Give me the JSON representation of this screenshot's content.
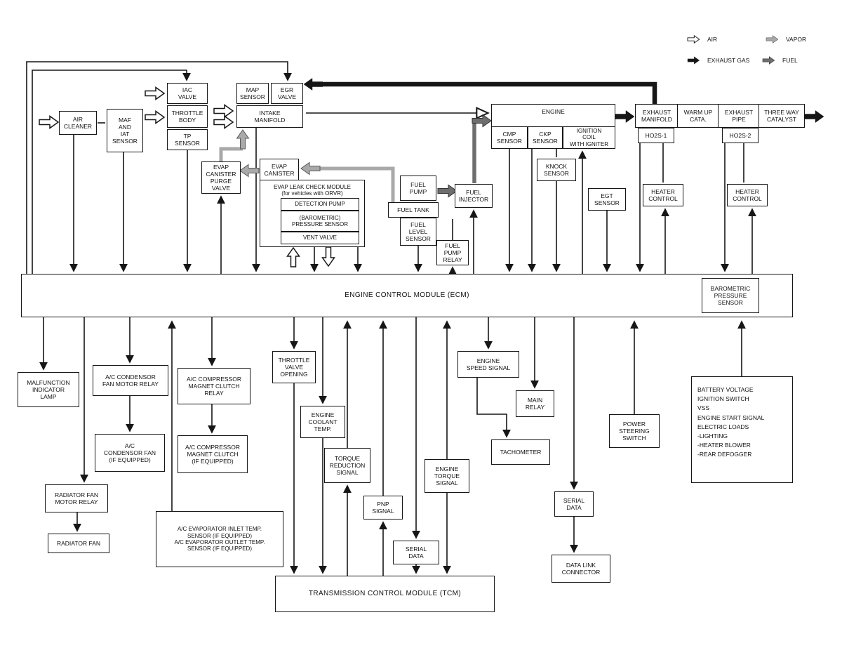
{
  "legend": {
    "air": "AIR",
    "vapor": "VAPOR",
    "exhaust_gas": "EXHAUST GAS",
    "fuel": "FUEL"
  },
  "colors": {
    "line": "#161616",
    "air": "#ffffff",
    "vapor": "#a9a9a9",
    "fuel": "#6e6e6e",
    "exhaust_gas": "#161616"
  },
  "nodes": {
    "air_cleaner": "AIR\nCLEANER",
    "maf_iat": "MAF\nAND\nIAT\nSENSOR",
    "iac_valve": "IAC\nVALVE",
    "throttle_body": "THROTTLE\nBODY",
    "tp_sensor": "TP\nSENSOR",
    "map_sensor": "MAP\nSENSOR",
    "egr_valve": "EGR\nVALVE",
    "intake_manifold": "INTAKE\nMANIFOLD",
    "engine": "ENGINE",
    "cmp_sensor": "CMP\nSENSOR",
    "ckp_sensor": "CKP\nSENSOR",
    "ignition_coil": "IGNITION\nCOIL\nWITH IGNITER",
    "exhaust_manifold": "EXHAUST\nMANIFOLD",
    "warm_up_cata": "WARM UP\nCATA.",
    "exhaust_pipe": "EXHAUST\nPIPE",
    "three_way_catalyst": "THREE WAY\nCATALYST",
    "ho2s_1": "HO2S-1",
    "ho2s_2": "HO2S-2",
    "knock_sensor": "KNOCK\nSENSOR",
    "egt_sensor": "EGT\nSENSOR",
    "heater_control": "HEATER\nCONTROL",
    "evap_purge_valve": "EVAP\nCANISTER\nPURGE\nVALVE",
    "evap_canister": "EVAP\nCANISTER",
    "evap_leak_module": "EVAP LEAK CHECK MODULE\n(for vehicles with ORVR)",
    "detection_pump": "DETECTION PUMP",
    "module_pressure_sensor": "(BAROMETRIC)\nPRESSURE SENSOR",
    "vent_valve": "VENT VALVE",
    "fuel_pump": "FUEL\nPUMP",
    "fuel_tank": "FUEL TANK",
    "fuel_level_sensor": "FUEL\nLEVEL\nSENSOR",
    "fuel_injector": "FUEL\nINJECTOR",
    "fuel_pump_relay": "FUEL\nPUMP\nRELAY",
    "ecm": "ENGINE CONTROL MODULE (ECM)",
    "barometric_pressure_sensor": "BAROMETRIC\nPRESSURE\nSENSOR",
    "mil": "MALFUNCTION\nINDICATOR\nLAMP",
    "ac_condensor_fan_relay": "A/C CONDENSOR\nFAN MOTOR RELAY",
    "ac_condensor_fan": "A/C\nCONDENSOR FAN\n(IF EQUIPPED)",
    "ac_compressor_clutch_relay": "A/C COMPRESSOR\nMAGNET CLUTCH\nRELAY",
    "ac_compressor_clutch": "A/C COMPRESSOR\nMAGNET CLUTCH\n(IF EQUIPPED)",
    "radiator_fan_relay": "RADIATOR FAN\nMOTOR RELAY",
    "radiator_fan": "RADIATOR FAN",
    "throttle_valve_opening": "THROTTLE\nVALVE\nOPENING",
    "engine_coolant_temp": "ENGINE\nCOOLANT\nTEMP.",
    "torque_reduction_signal": "TORQUE\nREDUCTION\nSIGNAL",
    "pnp_signal": "PNP\nSIGNAL",
    "serial_data": "SERIAL\nDATA",
    "ac_evaporator": "A/C EVAPORATOR INLET TEMP.\nSENSOR (IF EQUIPPED)\nA/C EVAPORATOR OUTLET TEMP.\nSENSOR (IF EQUIPPED)",
    "engine_speed_signal": "ENGINE\nSPEED SIGNAL",
    "main_relay": "MAIN\nRELAY",
    "tachometer": "TACHOMETER",
    "engine_torque_signal": "ENGINE\nTORQUE\nSIGNAL",
    "data_link_connector": "DATA LINK\nCONNECTOR",
    "power_steering_switch": "POWER\nSTEERING\nSWITCH",
    "battery_loads": "BATTERY VOLTAGE\nIGNITION SWITCH\nVSS\nENGINE START SIGNAL\nELECTRIC LOADS\n-LIGHTING\n-HEATER BLOWER\n-REAR DEFOGGER",
    "tcm": "TRANSMISSION CONTROL MODULE (TCM)"
  }
}
